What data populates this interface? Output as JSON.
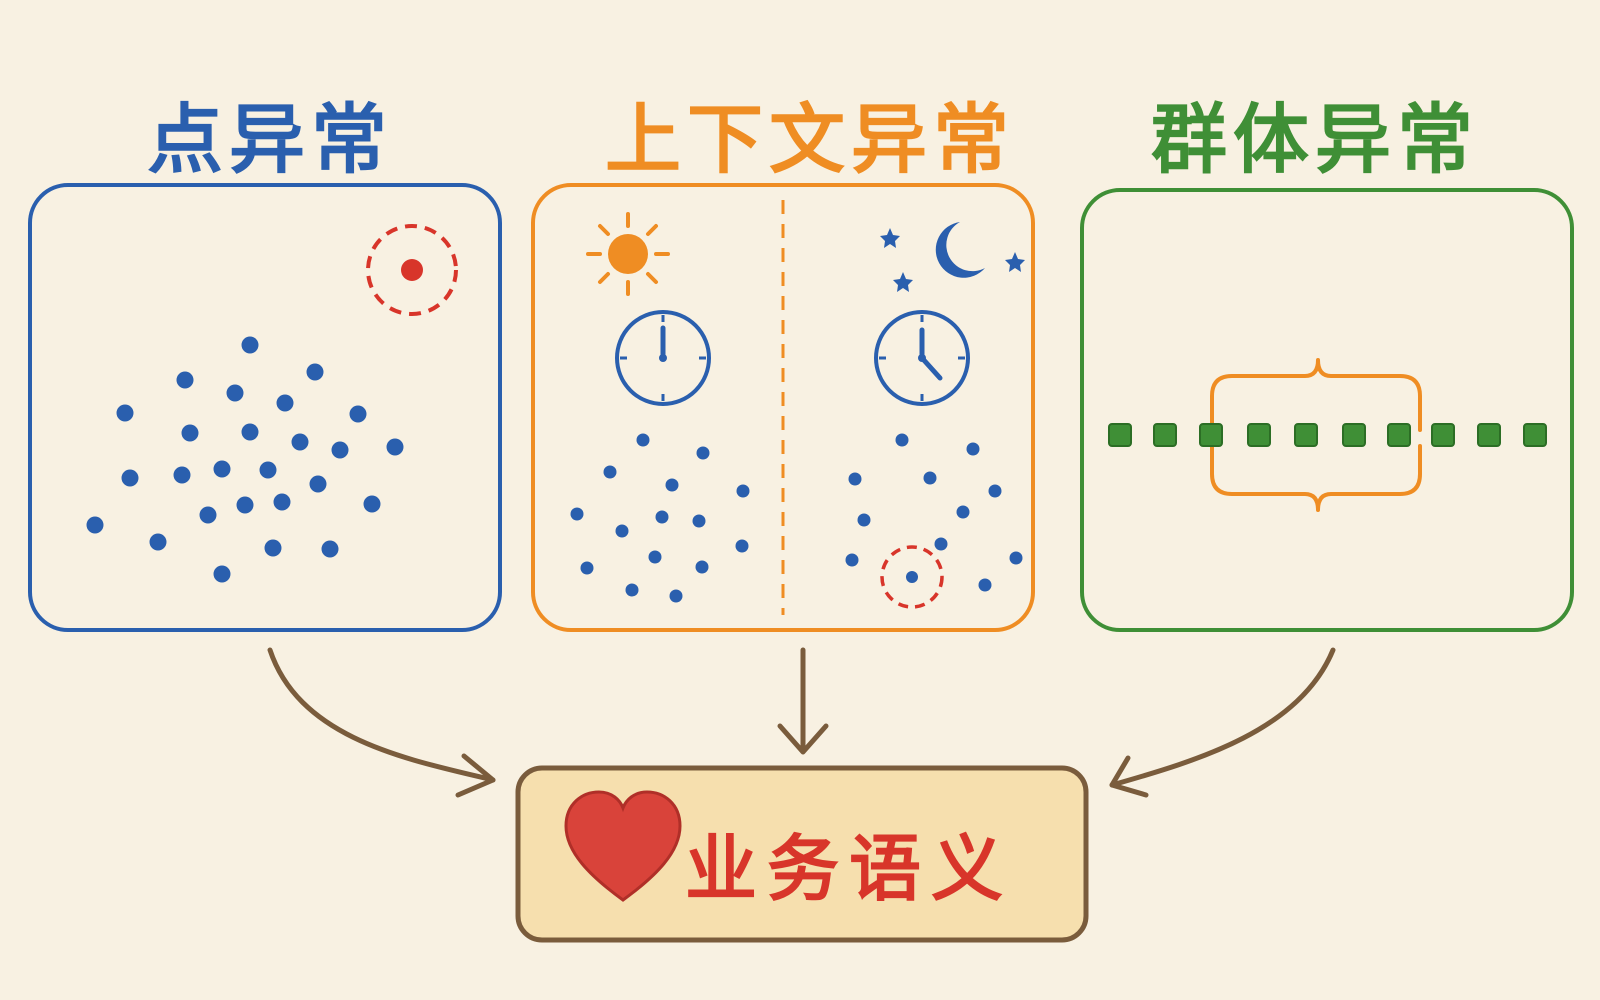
{
  "colors": {
    "background": "#f8f1e2",
    "point": "#2a5fae",
    "context": "#ef8d23",
    "group": "#3f8f36",
    "anomaly": "#d8352a",
    "arrow": "#7a5c3c",
    "result_fill": "#f6dfae",
    "heart": "#d9433a"
  },
  "panels": {
    "point": {
      "title": "点异常"
    },
    "context": {
      "title": "上下文异常"
    },
    "group": {
      "title": "群体异常"
    }
  },
  "result": {
    "label": "业务语义",
    "icon": "heart-icon"
  },
  "icons": {
    "day": "sun-icon",
    "night": "moon-icon",
    "clock_day": "clock-12-icon",
    "clock_night": "clock-5-icon",
    "stars": "star-icon",
    "bracket": "curly-brace-icon"
  }
}
